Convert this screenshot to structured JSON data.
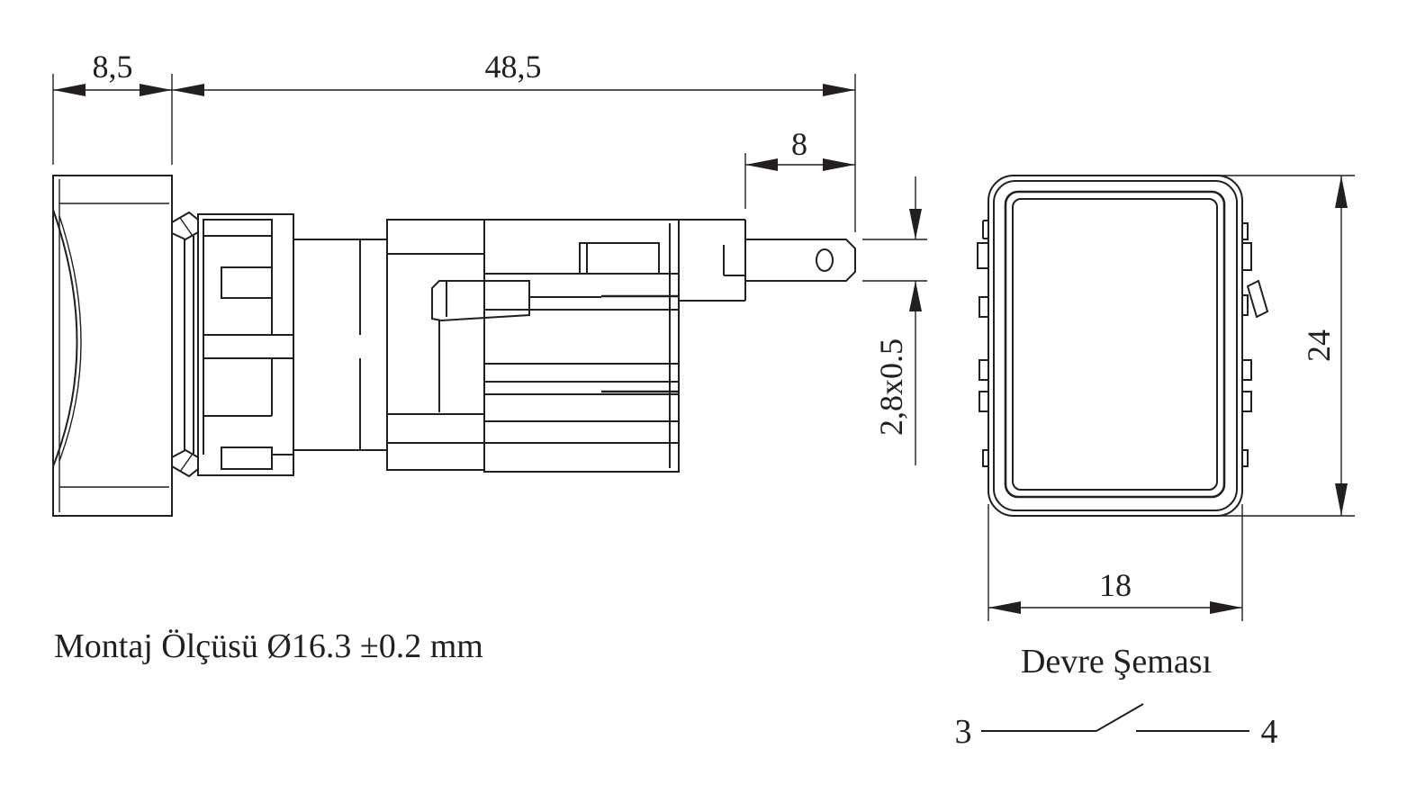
{
  "dimensions": {
    "bezel_depth": "8,5",
    "body_length": "48,5",
    "terminal_length": "8",
    "terminal_section": "2,8x0.5",
    "front_height": "24",
    "front_width": "18"
  },
  "mounting_note": "Montaj Ölçüsü Ø16.3 ±0.2 mm",
  "circuit": {
    "title": "Devre Şeması",
    "terminal_left": "3",
    "terminal_right": "4"
  }
}
